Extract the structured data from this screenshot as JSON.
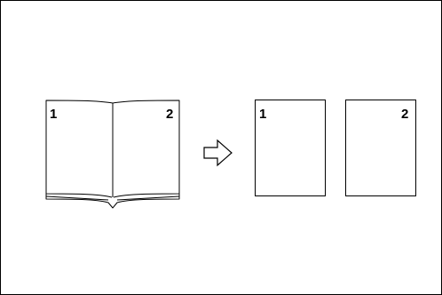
{
  "diagram": {
    "book": {
      "left_page_number": "1",
      "right_page_number": "2"
    },
    "arrow": {
      "icon": "right-arrow-icon",
      "direction": "right"
    },
    "output_sheets": [
      {
        "page_number": "1"
      },
      {
        "page_number": "2"
      }
    ],
    "colors": {
      "stroke": "#000000",
      "background": "#ffffff"
    }
  }
}
